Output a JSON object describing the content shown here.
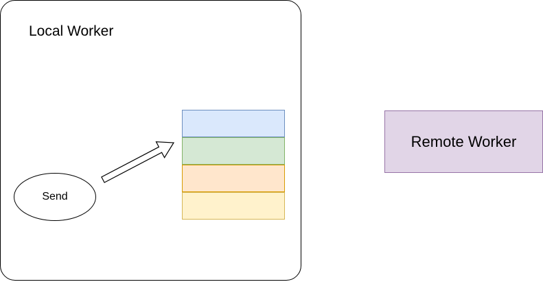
{
  "local_worker": {
    "title": "Local Worker"
  },
  "send_node": {
    "label": "Send"
  },
  "queue": {
    "cells": [
      {
        "fill": "#dae8fc",
        "stroke": "#6c8ebf"
      },
      {
        "fill": "#d5e8d4",
        "stroke": "#82b366"
      },
      {
        "fill": "#ffe6cc",
        "stroke": "#d79b00"
      },
      {
        "fill": "#fff2cc",
        "stroke": "#d6b656"
      }
    ]
  },
  "remote_worker": {
    "label": "Remote Worker",
    "fill": "#e1d5e7",
    "stroke": "#9673a6"
  }
}
